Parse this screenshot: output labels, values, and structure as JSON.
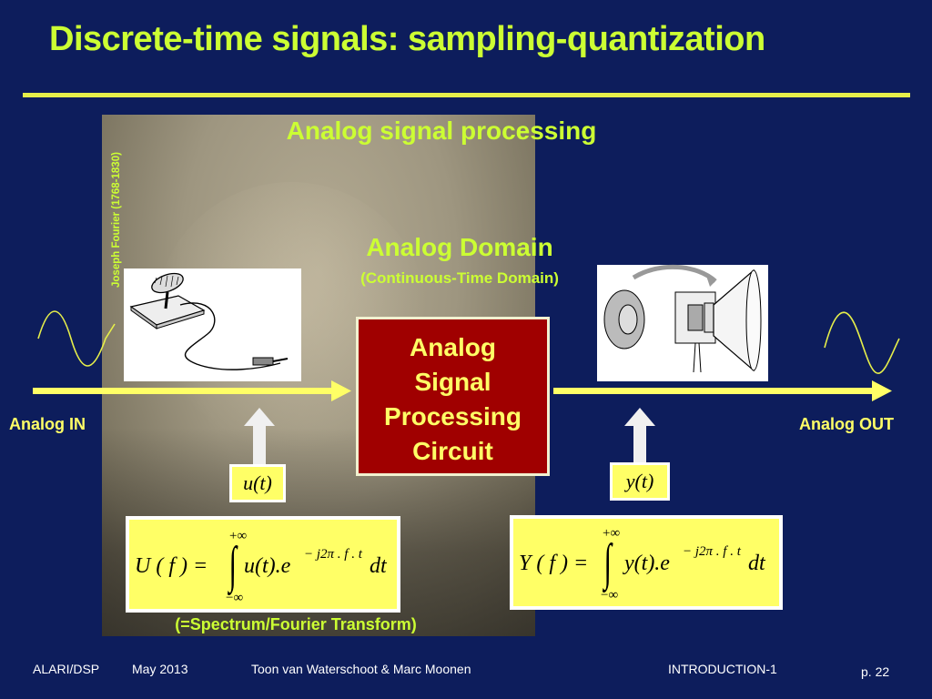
{
  "slide": {
    "title": "Discrete-time signals: sampling-quantization",
    "section_title": "Analog signal processing",
    "portrait_caption": "Joseph Fourier (1768-1830)",
    "domain_title": "Analog Domain",
    "domain_subtitle": "(Continuous-Time Domain)",
    "block_lines": [
      "Analog",
      "Signal",
      "Processing",
      "Circuit"
    ],
    "input_label": "Analog IN",
    "output_label": "Analog OUT",
    "input_signal": "u(t)",
    "output_signal": "y(t)",
    "input_transform": {
      "lhs": "U ( f ) =",
      "integrand": "u(t).e",
      "exponent": "− j2π . f . t",
      "differential": "dt",
      "upper_limit": "+∞",
      "lower_limit": "−∞"
    },
    "output_transform": {
      "lhs": "Y ( f ) =",
      "integrand": "y(t).e",
      "exponent": "− j2π . f . t",
      "differential": "dt",
      "upper_limit": "+∞",
      "lower_limit": "−∞"
    },
    "transform_note": "(=Spectrum/Fourier Transform)"
  },
  "footer": {
    "organization": "ALARI/DSP",
    "date": "May 2013",
    "authors": "Toon van Waterschoot & Marc Moonen",
    "course": "INTRODUCTION-1",
    "page": "p. 22"
  },
  "colors": {
    "background": "#0d1d5c",
    "title": "#ccff33",
    "accent_yellow": "#ffff66",
    "block_fill": "#a00000"
  }
}
